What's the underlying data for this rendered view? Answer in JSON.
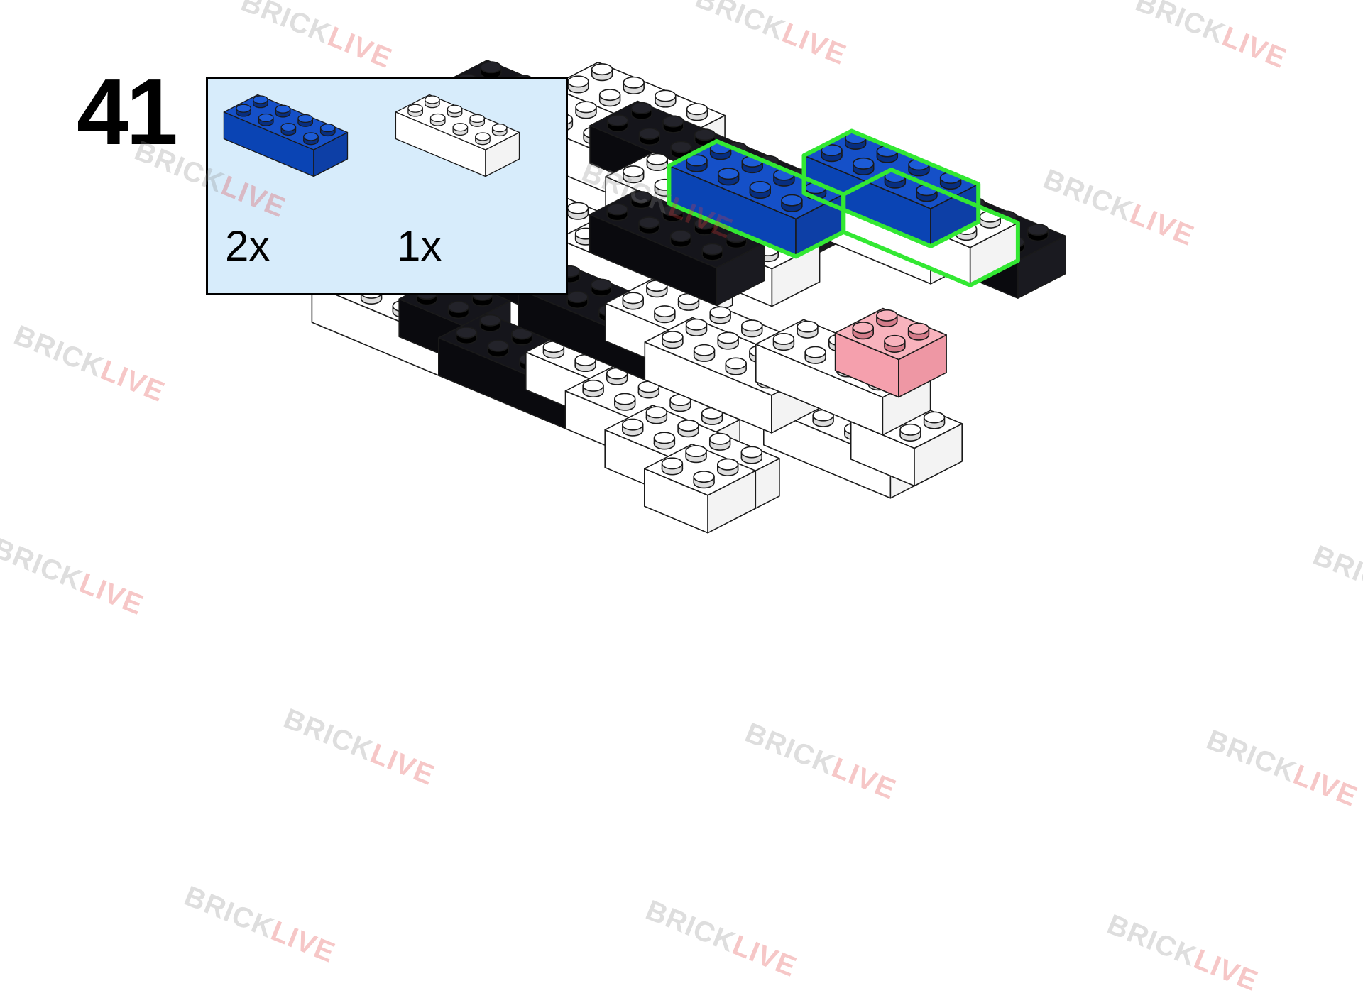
{
  "step": {
    "number": "41"
  },
  "parts_list": [
    {
      "quantity": "2x",
      "color": "blue",
      "hex": "#0a4fc4",
      "size": "2x4 brick"
    },
    {
      "quantity": "1x",
      "color": "white",
      "hex": "#ffffff",
      "size": "2x4 brick"
    }
  ],
  "watermark": {
    "part1": "BRICK",
    "part2": "LIVE"
  },
  "colors": {
    "callout_bg": "#d7ecfb",
    "highlight": "#33e833",
    "black_brick": "#0d0d12",
    "blue_brick": "#0a4fc4",
    "pink_brick": "#f5a0ad"
  }
}
